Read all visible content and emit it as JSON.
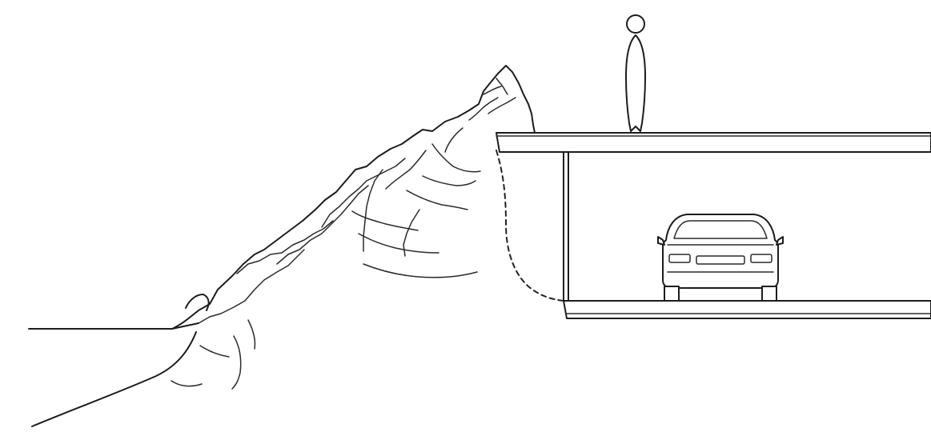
{
  "figure": {
    "description_type": "line-drawing",
    "elements": [
      "cliff-slope",
      "shoreline",
      "underground-structure",
      "car",
      "person"
    ]
  },
  "colors": {
    "line": "#1c1c1c",
    "background": "#ffffff"
  }
}
